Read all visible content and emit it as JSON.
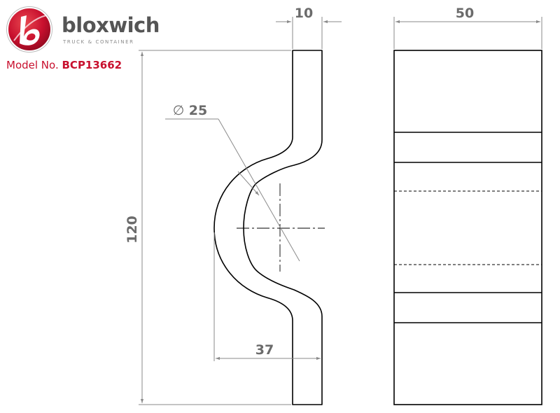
{
  "logo": {
    "brand": "bloxwich",
    "tagline": "TRUCK & CONTAINER",
    "icon": "bloxwich-b-badge-icon",
    "brand_color": "#c8102e"
  },
  "model": {
    "prefix": "Model No.",
    "number": "BCP13662"
  },
  "dimensions": {
    "height": "120",
    "thickness": "10",
    "diameter_symbol": "∅",
    "diameter": "25",
    "depth": "37",
    "width": "50"
  },
  "colors": {
    "outline": "#000000",
    "dimension": "#8a8a8a",
    "dimension_text": "#6b6b6b"
  }
}
